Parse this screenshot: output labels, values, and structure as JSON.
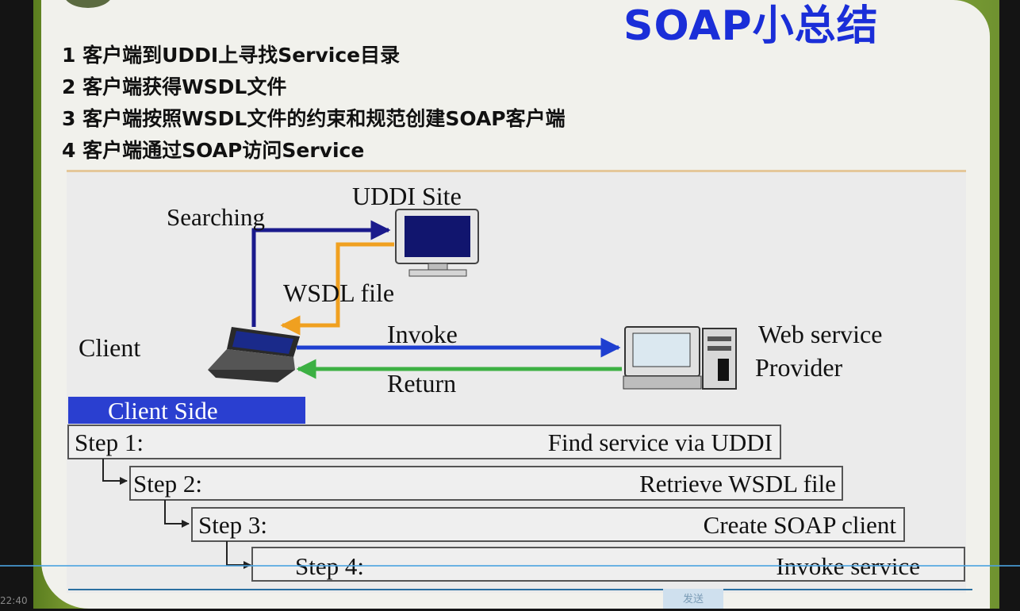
{
  "slide": {
    "title": "SOAP小总结",
    "bullets": [
      "1 客户端到UDDI上寻找Service目录",
      "2 客户端获得WSDL文件",
      "3 客户端按照WSDL文件的约束和规范创建SOAP客户端",
      "4 客户端通过SOAP访问Service"
    ]
  },
  "diagram": {
    "uddi_label": "UDDI Site",
    "searching_label": "Searching",
    "wsdl_label": "WSDL file",
    "client_label": "Client",
    "invoke_label": "Invoke",
    "return_label": "Return",
    "provider_line1": "Web service",
    "provider_line2": "Provider",
    "client_side_label": "Client Side",
    "steps": [
      {
        "step": "Step 1:",
        "action": "Find service via UDDI"
      },
      {
        "step": "Step 2:",
        "action": "Retrieve WSDL file"
      },
      {
        "step": "Step 3:",
        "action": "Create SOAP client"
      },
      {
        "step": "Step 4:",
        "action": "Invoke service"
      }
    ],
    "colors": {
      "searching_arrow": "#1a1a8c",
      "wsdl_arrow": "#f0a020",
      "invoke_arrow": "#1e3fd0",
      "return_arrow": "#3cb043",
      "client_side_bar": "#2a3fd0"
    }
  },
  "player": {
    "timestamp": "22:40",
    "send_label": "发送"
  }
}
